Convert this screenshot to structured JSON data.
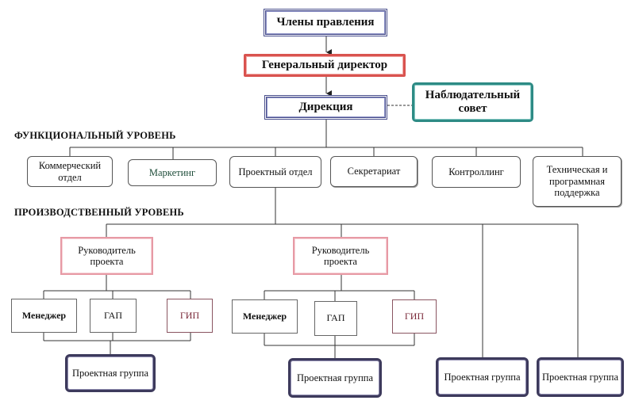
{
  "top": {
    "board_members": "Члены правления",
    "general_director": "Генеральный директор",
    "directorate": "Дирекция",
    "supervisory_board": "Наблюдательный совет"
  },
  "functional": {
    "heading": "ФУНКЦИОНАЛЬНЫЙ УРОВЕНЬ",
    "departments": [
      "Коммерческий отдел",
      "Маркетинг",
      "Проектный отдел",
      "Секретариат",
      "Контроллинг",
      "Техническая и программная поддержка"
    ]
  },
  "production": {
    "heading": "ПРОИЗВОДСТВЕННЫЙ УРОВЕНЬ",
    "project_manager": "Руководитель проекта",
    "manager": "Менеджер",
    "gap": "ГАП",
    "gip": "ГИП",
    "project_group": "Проектная группа"
  },
  "colors": {
    "line": "#333333",
    "board_border": "#4a4f8c",
    "director_border": "#d9534f",
    "supervisory_border": "#2e8b85",
    "pm_border": "#e79aa5",
    "group_border": "#3d3a5c"
  }
}
